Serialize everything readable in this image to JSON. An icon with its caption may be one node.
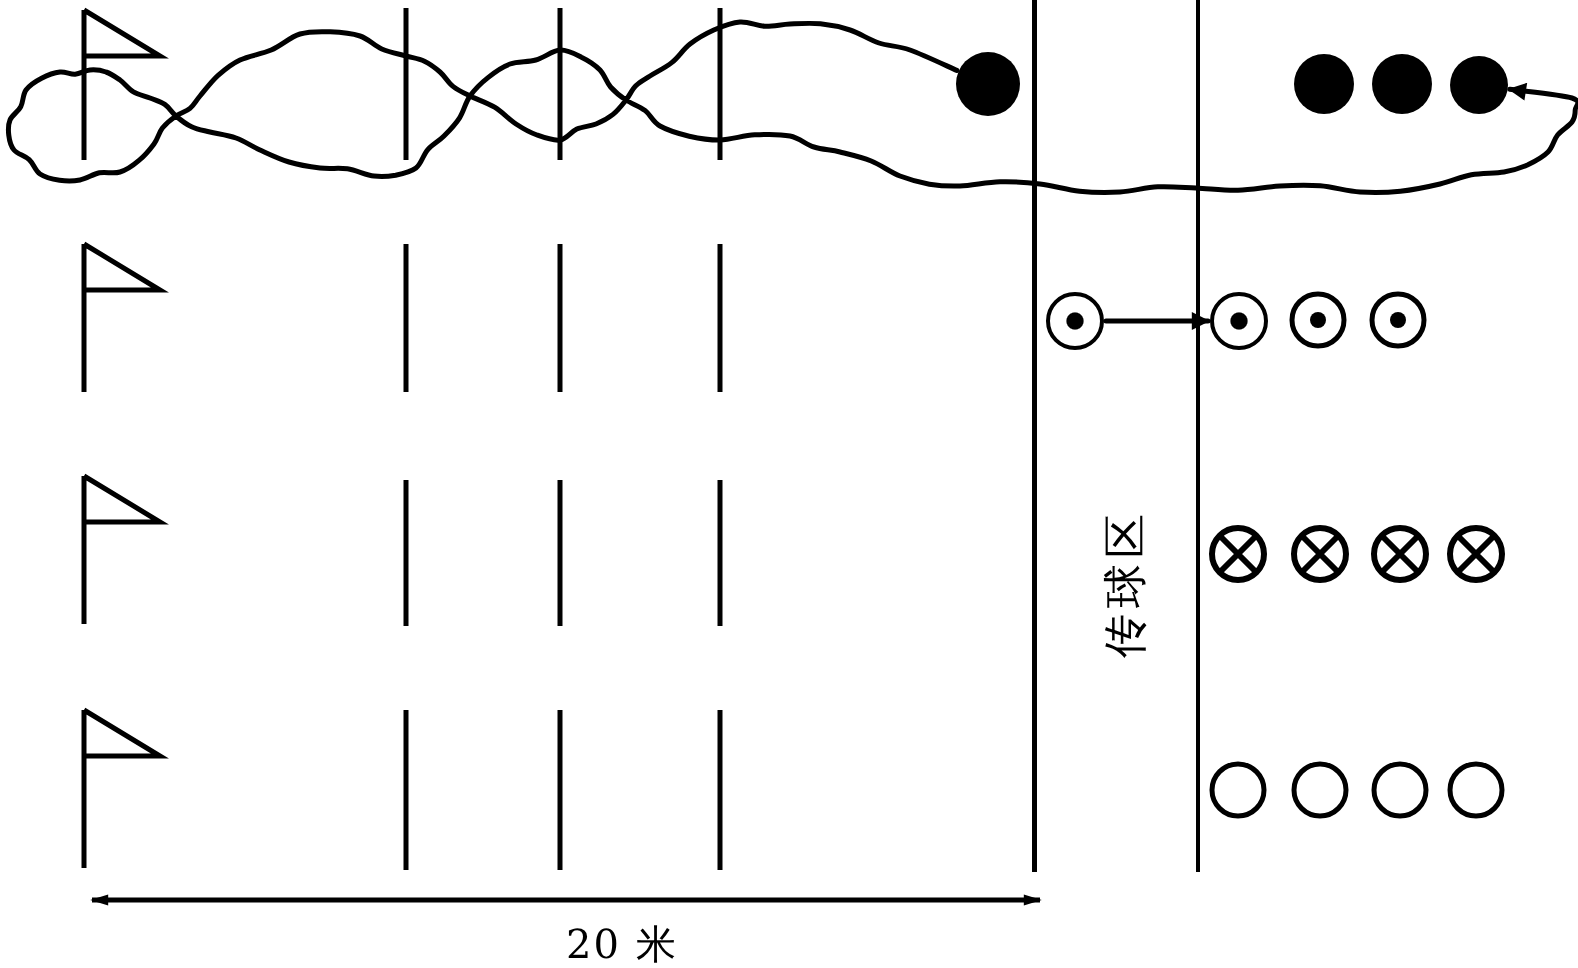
{
  "diagram": {
    "nodes": [
      {
        "text": [],
        "shape": "circle"
      },
      {
        "text": [
          "传球区"
        ]
      },
      {
        "text": [],
        "shape": "circle"
      },
      {
        "text": [],
        "shape": "circle",
        "in": 1
      },
      {
        "text": [],
        "shape": "circle"
      }
    ],
    "edges": [
      {
        "from": 0,
        "to": 2,
        "arrow": "to"
      },
      {
        "from": 3,
        "to": 4,
        "arrow": "to"
      }
    ],
    "labels": [
      "20 米"
    ]
  }
}
